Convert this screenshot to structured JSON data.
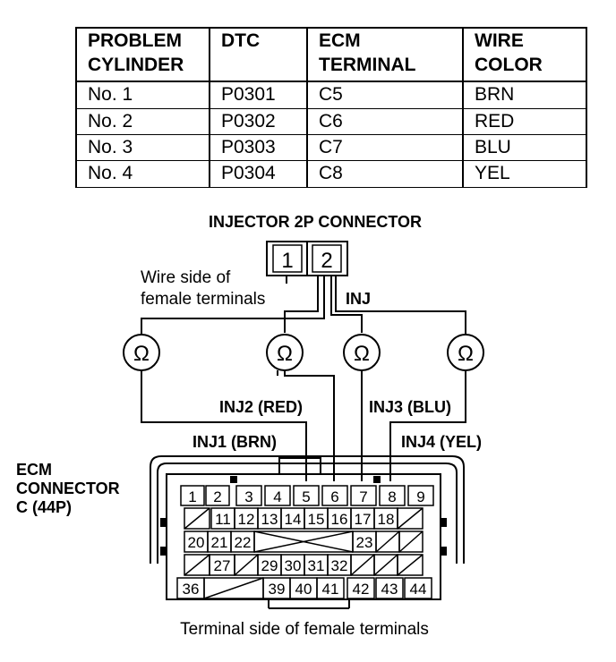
{
  "table": {
    "headers": [
      [
        "PROBLEM",
        "CYLINDER"
      ],
      [
        "DTC",
        ""
      ],
      [
        "ECM",
        "TERMINAL"
      ],
      [
        "WIRE",
        "COLOR"
      ]
    ],
    "rows": [
      [
        "No. 1",
        "P0301",
        "C5",
        "BRN"
      ],
      [
        "No. 2",
        "P0302",
        "C6",
        "RED"
      ],
      [
        "No. 3",
        "P0303",
        "C7",
        "BLU"
      ],
      [
        "No. 4",
        "P0304",
        "C8",
        "YEL"
      ]
    ]
  },
  "diagram": {
    "injector_title": "INJECTOR 2P CONNECTOR",
    "injector_pins": [
      "1",
      "2"
    ],
    "wire_side_line1": "Wire side of",
    "wire_side_line2": "female terminals",
    "inj_label": "INJ",
    "ohm_symbol": "Ω",
    "inj2_label": "INJ2 (RED)",
    "inj3_label": "INJ3 (BLU)",
    "inj1_label": "INJ1 (BRN)",
    "inj4_label": "INJ4 (YEL)",
    "ecm_line1": "ECM",
    "ecm_line2": "CONNECTOR",
    "ecm_line3": "C (44P)",
    "terminal_caption": "Terminal side of female terminals",
    "ecm_terminals": [
      "1",
      "2",
      "3",
      "4",
      "5",
      "6",
      "7",
      "8",
      "9",
      "11",
      "12",
      "13",
      "14",
      "15",
      "16",
      "17",
      "18",
      "20",
      "21",
      "22",
      "23",
      "27",
      "29",
      "30",
      "31",
      "32",
      "36",
      "39",
      "40",
      "41",
      "42",
      "43",
      "44"
    ]
  }
}
